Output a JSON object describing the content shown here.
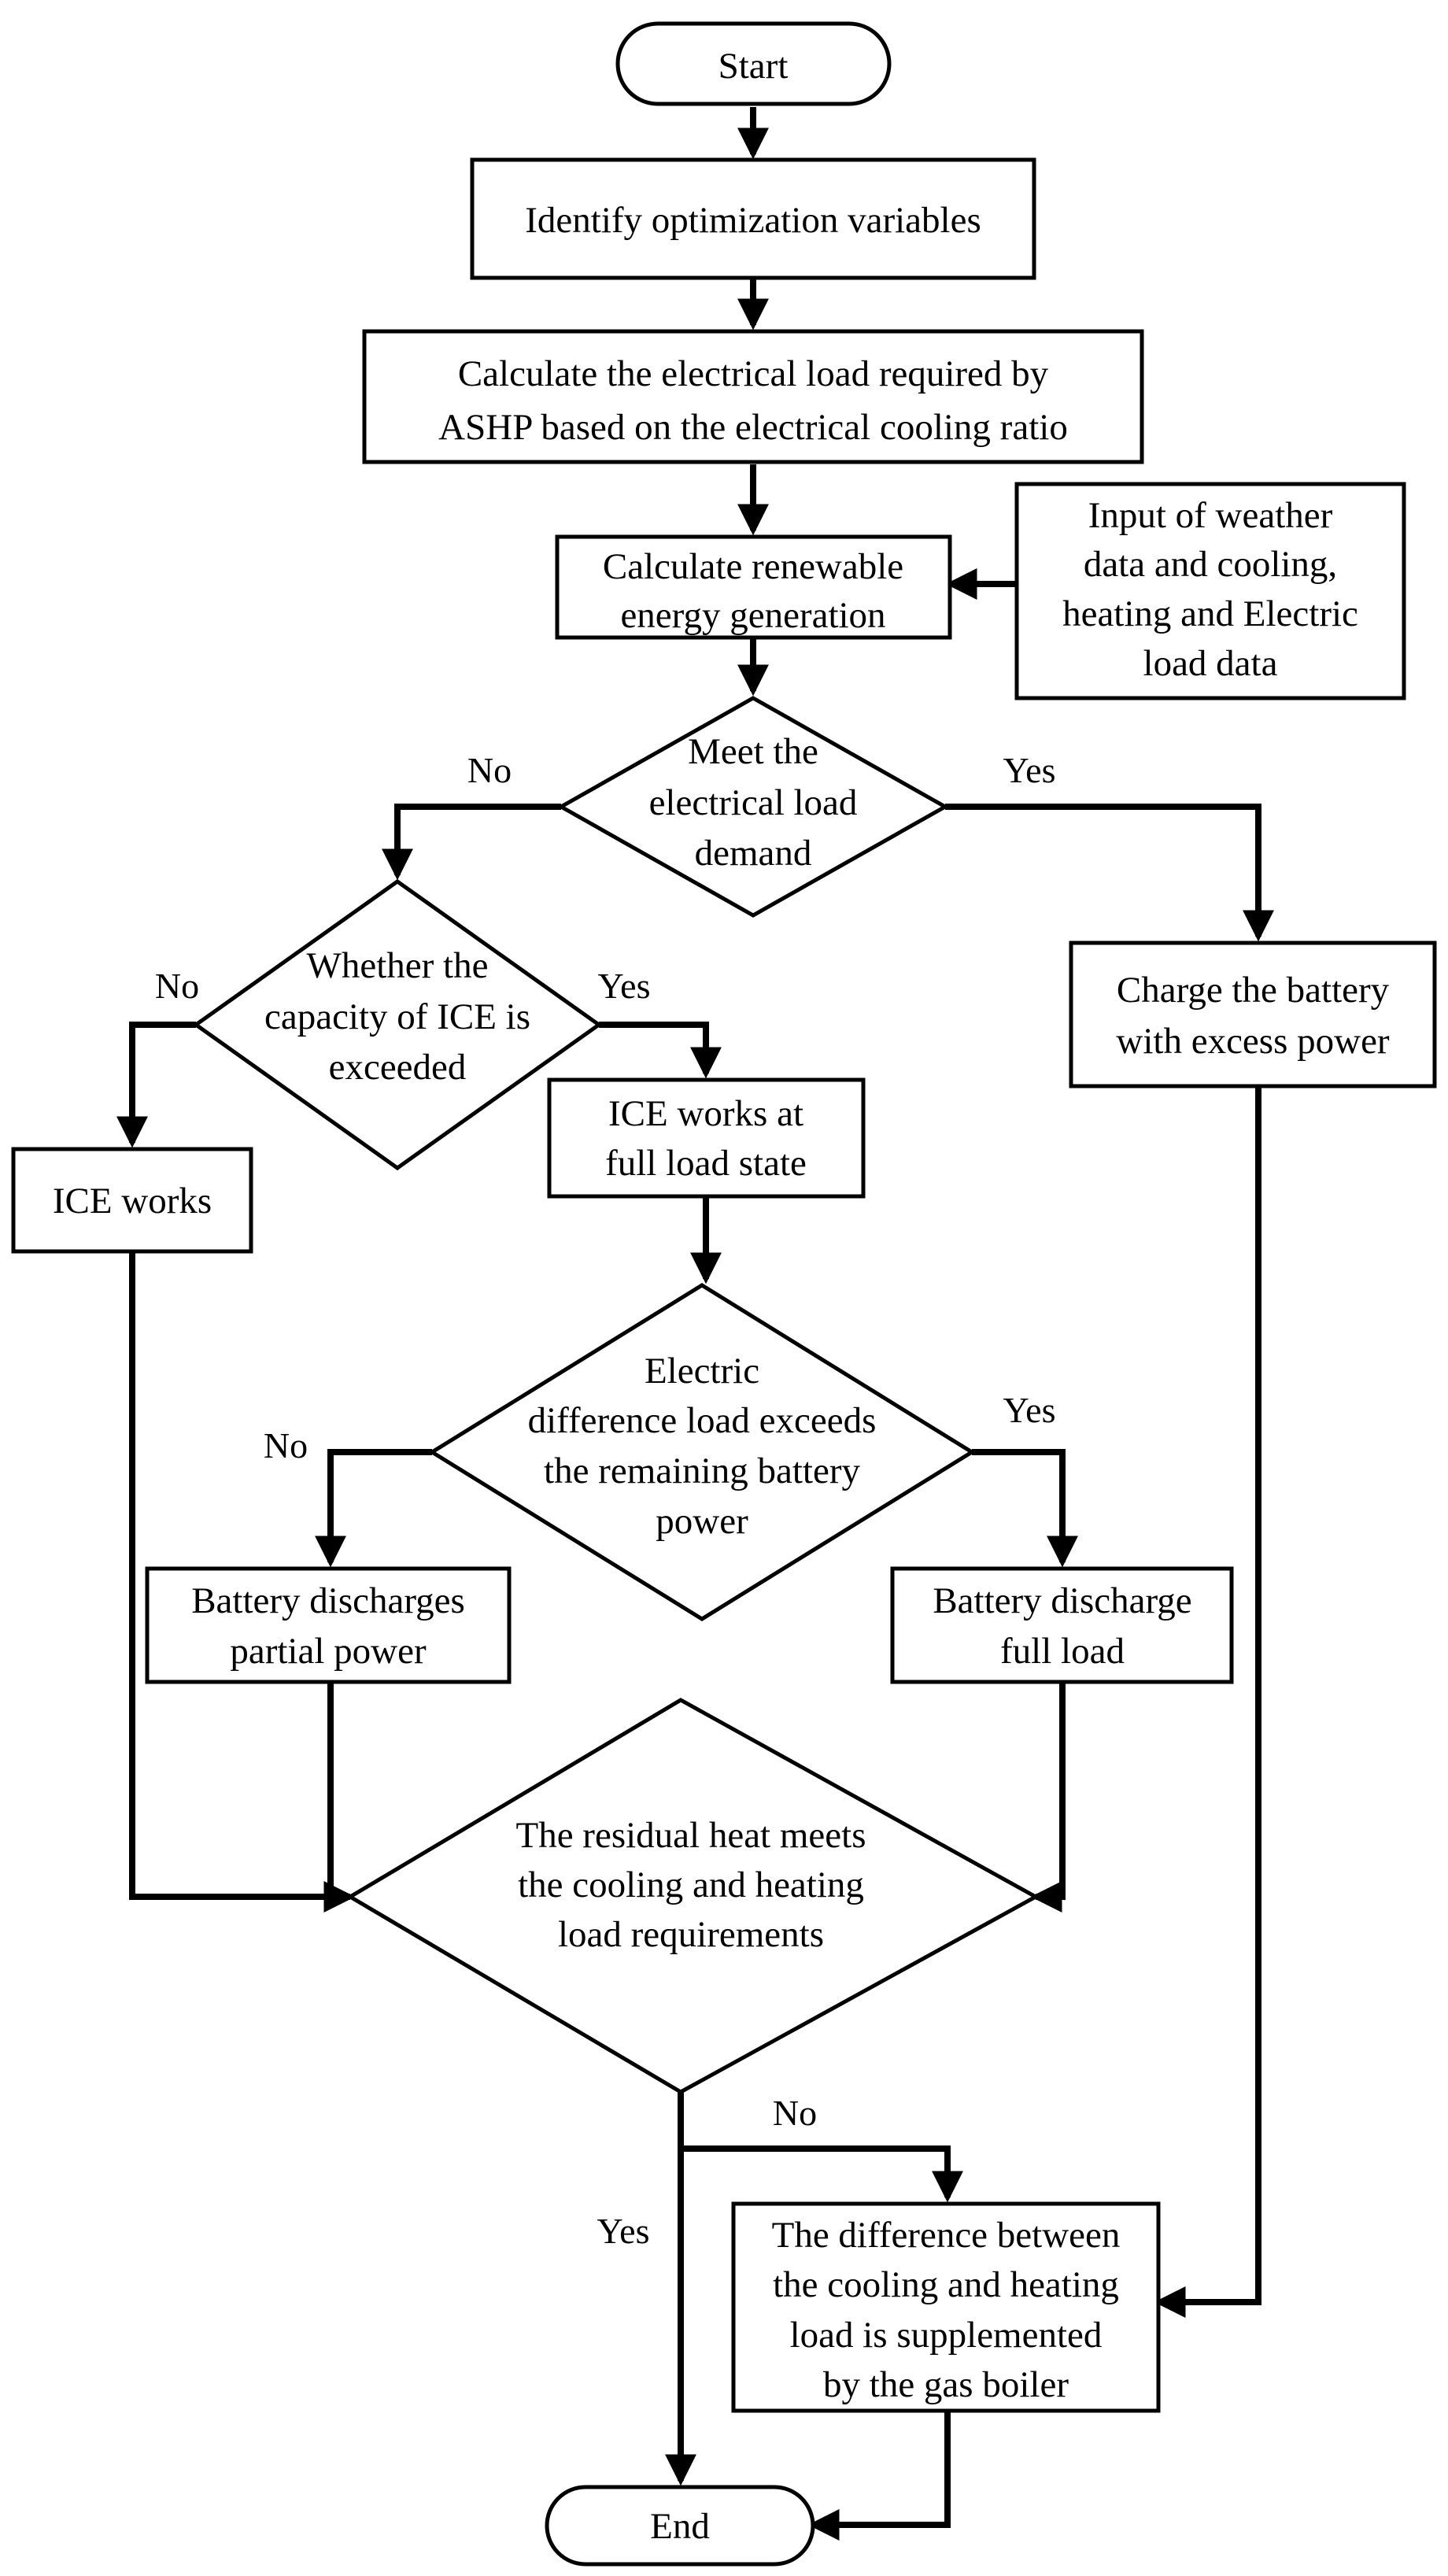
{
  "nodes": {
    "start": {
      "label": [
        "Start"
      ]
    },
    "identify": {
      "label": [
        "Identify optimization variables"
      ]
    },
    "calc_load": {
      "label": [
        "Calculate the electrical load required by",
        "ASHP based on the electrical cooling ratio"
      ]
    },
    "calc_renew": {
      "label": [
        "Calculate renewable",
        "energy generation"
      ]
    },
    "input_data": {
      "label": [
        "Input of weather",
        "data and cooling,",
        "heating and Electric",
        "load data"
      ]
    },
    "meet_elec": {
      "label": [
        "Meet the",
        "electrical load",
        "demand"
      ]
    },
    "charge_battery": {
      "label": [
        "Charge the battery",
        "with excess power"
      ]
    },
    "ice_capacity": {
      "label": [
        "Whether the",
        "capacity of ICE is",
        "exceeded"
      ]
    },
    "ice_works": {
      "label": [
        "ICE works"
      ]
    },
    "ice_full": {
      "label": [
        "ICE works at",
        "full load state"
      ]
    },
    "elec_diff": {
      "label": [
        "Electric",
        "difference load exceeds",
        "the remaining battery",
        "power"
      ]
    },
    "batt_partial": {
      "label": [
        "Battery discharges",
        "partial power"
      ]
    },
    "batt_full": {
      "label": [
        "Battery discharge",
        "full load"
      ]
    },
    "residual_heat": {
      "label": [
        "The residual heat meets",
        "the cooling and heating",
        "load requirements"
      ]
    },
    "gas_boiler": {
      "label": [
        "The difference between",
        "the cooling and heating",
        "load is supplemented",
        "by the gas boiler"
      ]
    },
    "end": {
      "label": [
        "End"
      ]
    }
  },
  "edge_labels": {
    "meet_no": "No",
    "meet_yes": "Yes",
    "ice_no": "No",
    "ice_yes": "Yes",
    "diff_no": "No",
    "diff_yes": "Yes",
    "residual_no": "No",
    "residual_yes": "Yes"
  }
}
